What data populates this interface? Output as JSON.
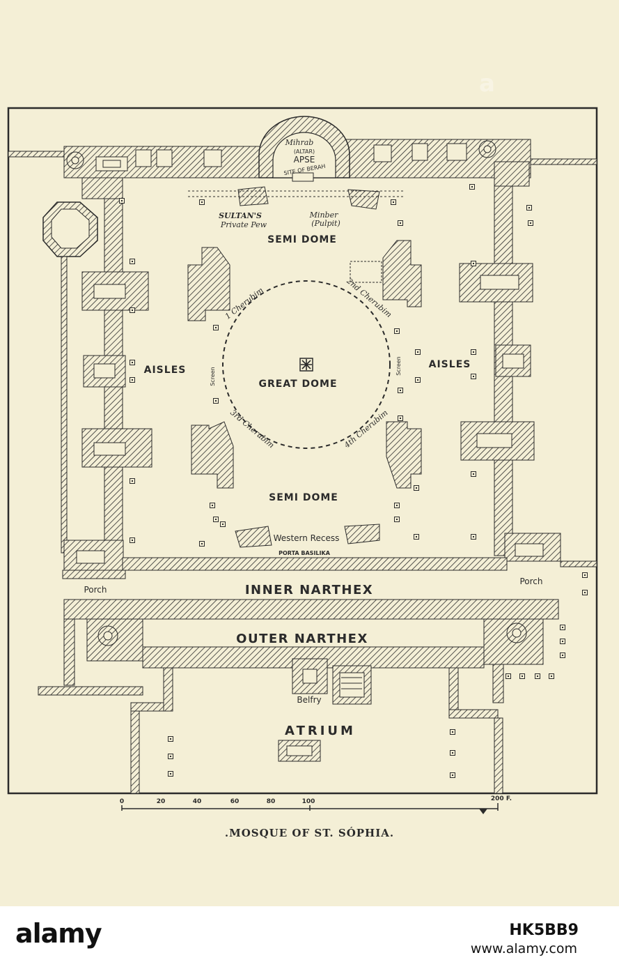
{
  "plan": {
    "labels": {
      "mihrab": "Mihrab",
      "altar": "(ALTAR)",
      "apse": "APSE",
      "site_of_berah": "SITE OF BERAH",
      "sultans": "SULTAN'S",
      "private_pew": "Private Pew",
      "minber": "Minber",
      "pulpit": "(Pulpit)",
      "semi_dome_top": "SEMI DOME",
      "cherubim_1": "1 Cherubim",
      "cherubim_2": "2nd Cherubim",
      "cherubim_3": "3rd Cherubim",
      "cherubim_4": "4th Cherubim",
      "aisles_left": "AISLES",
      "aisles_right": "AISLES",
      "screen_left": "Screen",
      "screen_right": "Screen",
      "great_dome": "GREAT DOME",
      "semi_dome_bottom": "SEMI DOME",
      "western_recess": "Western Recess",
      "porta_basilika": "PORTA BASILIKA",
      "porch_left": "Porch",
      "porch_right": "Porch",
      "inner_narthex": "INNER NARTHEX",
      "outer_narthex": "OUTER NARTHEX",
      "belfry": "Belfry",
      "atrium": "ATRIUM"
    },
    "scale": {
      "ticks": [
        "0",
        "20",
        "40",
        "60",
        "80",
        "100"
      ],
      "end_label": "200 F."
    }
  },
  "caption": ".MOSQUE OF ST. SÓPHIA.",
  "watermark": {
    "logo": "alamy",
    "image_id": "HK5BB9",
    "url": "www.alamy.com"
  },
  "colors": {
    "paper": "#f4efd6",
    "ink": "#2b2b2b",
    "hatch_wall": "#2b2b2b"
  }
}
